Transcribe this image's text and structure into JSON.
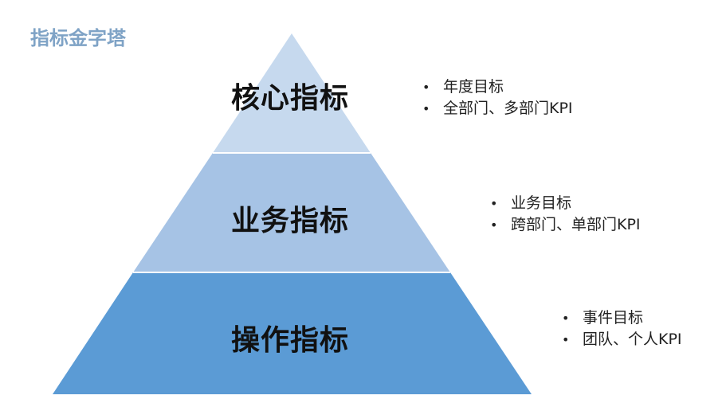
{
  "title": "指标金字塔",
  "colors": {
    "top": "#c6d9ee",
    "middle": "#a6c3e5",
    "bottom": "#5b9bd5",
    "title": "#7fa3c6"
  },
  "layers": [
    {
      "label": "核心指标",
      "bullets": [
        "年度目标",
        "全部门、多部门KPI"
      ]
    },
    {
      "label": "业务指标",
      "bullets": [
        "业务目标",
        "跨部门、单部门KPI"
      ]
    },
    {
      "label": "操作指标",
      "bullets": [
        "事件目标",
        "团队、个人KPI"
      ]
    }
  ]
}
